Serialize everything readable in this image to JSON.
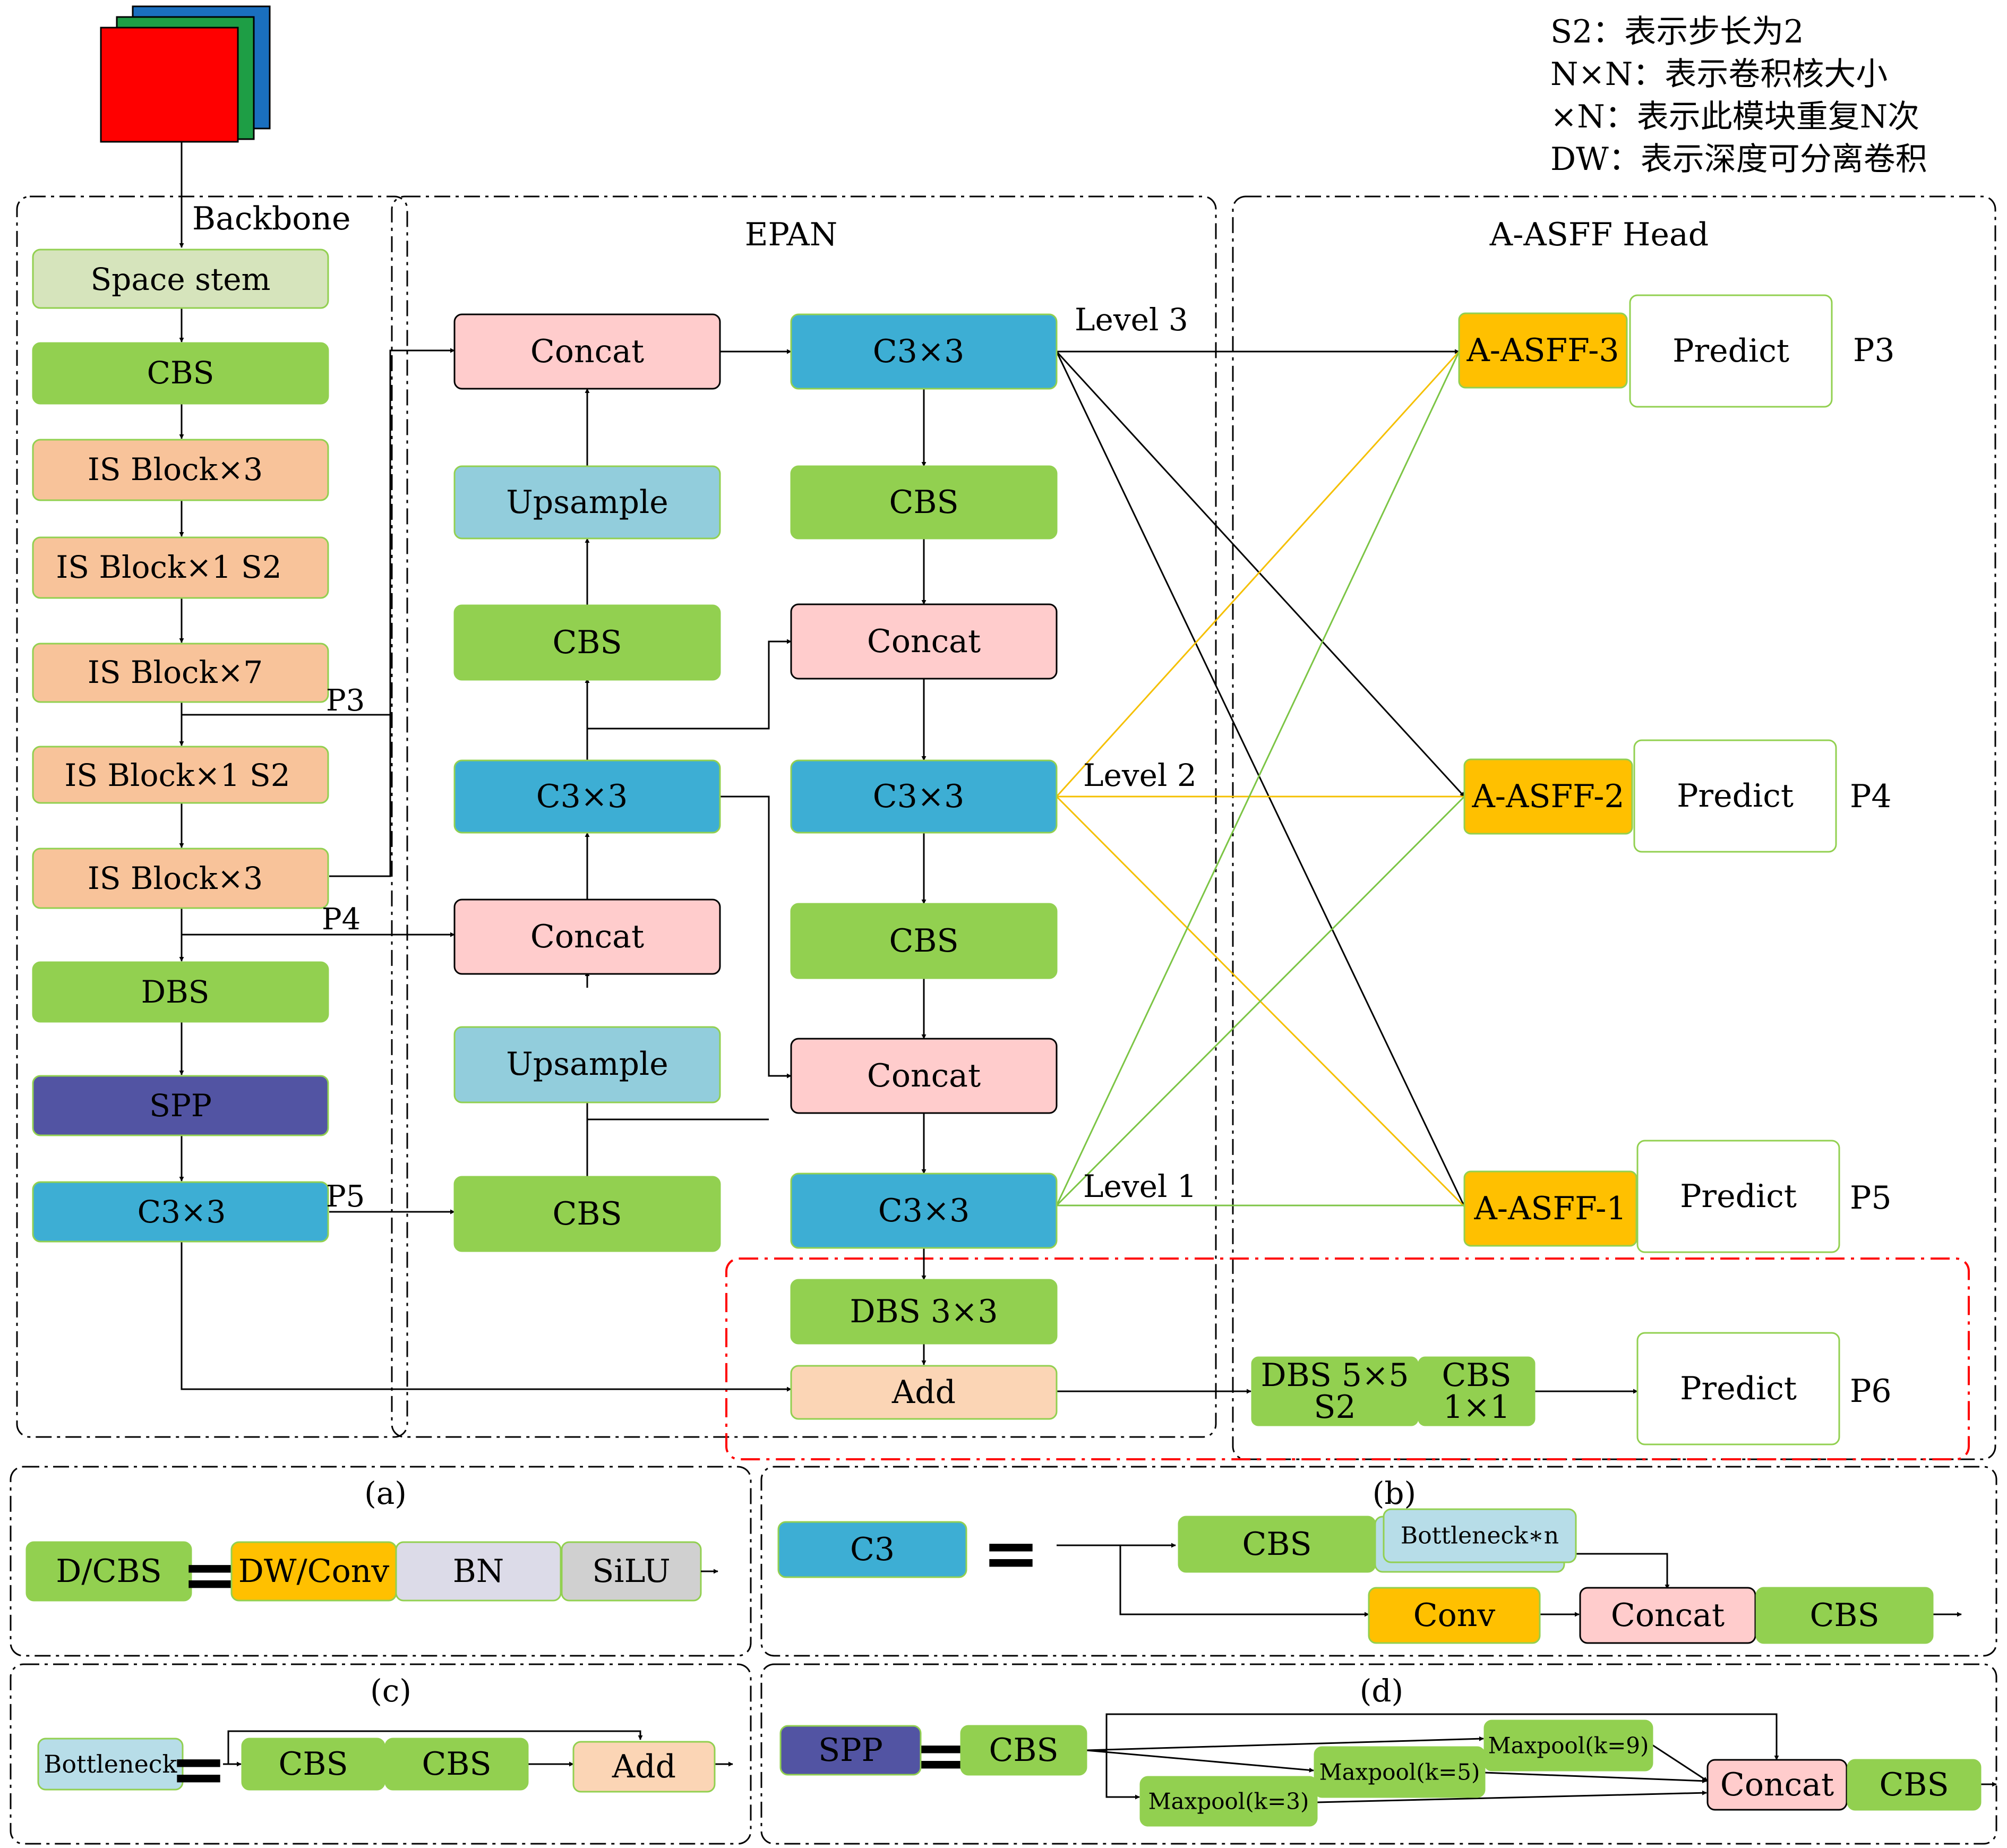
{
  "legend": [
    "S2：表示步长为2",
    "N×N：表示卷积核大小",
    "×N：表示此模块重复N次",
    "DW：表示深度可分离卷积"
  ],
  "sections": {
    "backbone": "Backbone",
    "epan": "EPAN",
    "head": "A-ASFF Head"
  },
  "backbone": {
    "space_stem": "Space stem",
    "cbs": "CBS",
    "is_block_3a": "IS Block×3",
    "is_block_1s2a": "IS Block×1 S2",
    "is_block_7": "IS Block×7",
    "is_block_1s2b": "IS Block×1 S2",
    "is_block_3b": "IS Block×3",
    "dbs": "DBS",
    "spp": "SPP",
    "c3": "C3×3",
    "p3": "P3",
    "p4": "P4",
    "p5": "P5"
  },
  "epan": {
    "concat_1": "Concat",
    "upsample_1": "Upsample",
    "cbs_1": "CBS",
    "c3_1": "C3×3",
    "concat_2": "Concat",
    "upsample_2": "Upsample",
    "cbs_2": "CBS",
    "c3_top": "C3×3",
    "cbs_3": "CBS",
    "concat_3": "Concat",
    "c3_mid": "C3×3",
    "cbs_4": "CBS",
    "concat_4": "Concat",
    "c3_bot": "C3×3",
    "dbs_3x3": "DBS 3×3",
    "add": "Add",
    "level3": "Level 3",
    "level2": "Level 2",
    "level1": "Level 1"
  },
  "head": {
    "asff3": "A-ASFF-3",
    "asff2": "A-ASFF-2",
    "asff1": "A-ASFF-1",
    "predict": "Predict",
    "p3": "P3",
    "p4": "P4",
    "p5": "P5",
    "p6": "P6",
    "dbs5_line1": "DBS 5×5",
    "dbs5_line2": "S2",
    "cbs1_line1": "CBS",
    "cbs1_line2": "1×1"
  },
  "panel_a": {
    "caption": "(a)",
    "dcbs": "D/CBS",
    "eq": "=",
    "dwconv": "DW/Conv",
    "bn": "BN",
    "silu": "SiLU"
  },
  "panel_b": {
    "caption": "(b)",
    "c3": "C3",
    "eq": "=",
    "cbs_a": "CBS",
    "bottleneck": "Bottleneck∗n",
    "conv": "Conv",
    "concat": "Concat",
    "cbs_b": "CBS"
  },
  "panel_c": {
    "caption": "(c)",
    "bottleneck": "Bottleneck",
    "eq": "=",
    "cbs_a": "CBS",
    "cbs_b": "CBS",
    "add": "Add"
  },
  "panel_d": {
    "caption": "(d)",
    "spp": "SPP",
    "eq": "=",
    "cbs_a": "CBS",
    "mp9": "Maxpool(k=9)",
    "mp5": "Maxpool(k=5)",
    "mp3": "Maxpool(k=3)",
    "concat": "Concat",
    "cbs_b": "CBS"
  },
  "colors": {
    "cbs_green": "#92d050",
    "c3_blue": "#3daed4",
    "concat_pink": "#ffcccc",
    "upsample_blue": "#92cddc",
    "is_block_orange": "#f8c39a",
    "stem_green": "#d6e4bc",
    "spp_purple": "#5254a3",
    "asff_orange": "#ffc000",
    "add_peach": "#fbd5b5",
    "bn_lilac": "#dcdbe8",
    "silu_gray": "#d0d0d0",
    "level2_line": "#f5c000",
    "level1_line": "#7cc545",
    "dashed_red": "#ff0000"
  }
}
